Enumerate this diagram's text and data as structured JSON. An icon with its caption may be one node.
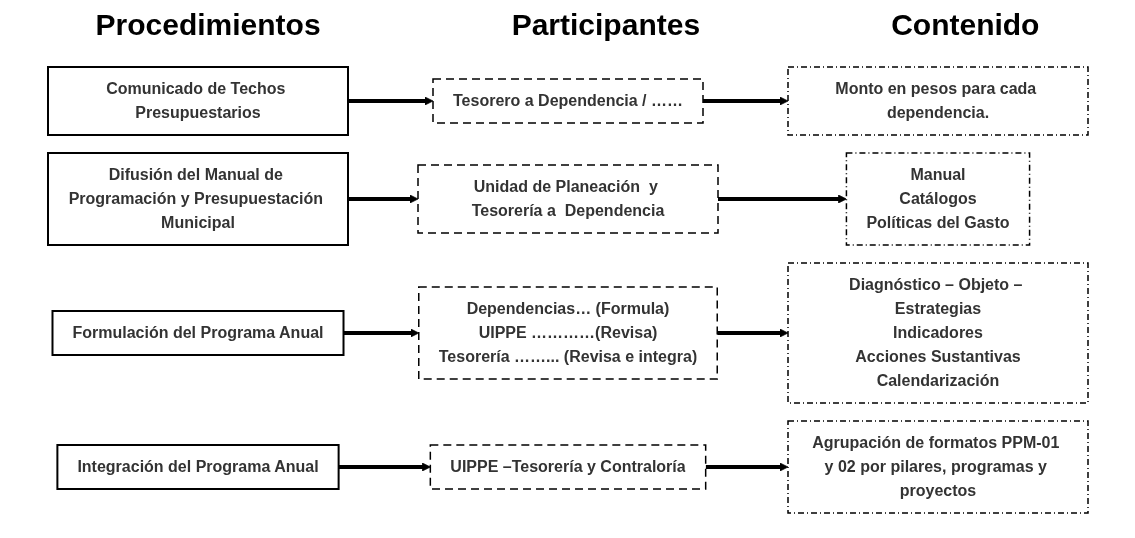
{
  "diagram": {
    "nodes": [
      {
        "text": [
          "Comunicado de Techos Presupuestarios"
        ]
      },
      {
        "text": [
          "Tesorero a  Dependencia / ……"
        ]
      },
      {
        "text": [
          "Monto en pesos para cada dependencia."
        ]
      },
      {
        "text": [
          "Difusión del Manual de Programación y Presupuestación Municipal"
        ]
      },
      {
        "text": [
          "Unidad de Planeación  y Tesorería a  Dependencia"
        ]
      },
      {
        "text": [
          "Manual",
          "Catálogos",
          "Políticas del Gasto"
        ]
      },
      {
        "text": [
          "Formulación del Programa Anual"
        ]
      },
      {
        "text": [
          "Dependencias… (Formula)",
          "UIPPE    …………(Revisa)",
          "Tesorería ……... (Revisa e integra)"
        ]
      },
      {
        "text": [
          "Diagnóstico – Objeto – Estrategias",
          "Indicadores",
          "Acciones Sustantivas",
          "Calendarización"
        ]
      },
      {
        "text": [
          "Integración del Programa Anual"
        ]
      },
      {
        "text": [
          "UIPPE –Tesorería y Contraloría"
        ]
      },
      {
        "text": [
          "Agrupación de formatos PPM-01 y 02 por pilares, programas y proyectos"
        ]
      }
    ],
    "edges": [
      {
        "from": 0,
        "to": 1,
        "arrow": "to"
      },
      {
        "from": 1,
        "to": 2,
        "arrow": "to"
      },
      {
        "from": 3,
        "to": 4,
        "arrow": "to"
      },
      {
        "from": 4,
        "to": 5,
        "arrow": "to"
      },
      {
        "from": 6,
        "to": 7,
        "arrow": "to"
      },
      {
        "from": 7,
        "to": 8,
        "arrow": "to"
      },
      {
        "from": 9,
        "to": 10,
        "arrow": "to"
      },
      {
        "from": 10,
        "to": 11,
        "arrow": "to"
      }
    ],
    "labels": [
      "Procedimientos",
      "Participantes",
      "Contenido"
    ]
  }
}
